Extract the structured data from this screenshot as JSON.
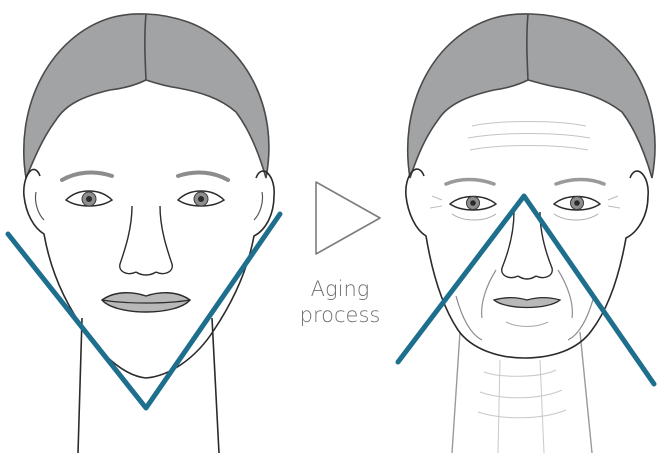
{
  "caption": {
    "line1": "Aging",
    "line2": "process"
  },
  "colors": {
    "hair": "#a2a3a5",
    "hair_outline": "#4a4a4a",
    "skin_outline": "#2b2b2b",
    "lips": "#b8b8b8",
    "triangle_line": "#1d6f8d",
    "arrow": "#7d7d7d"
  },
  "icons": {
    "arrow": "play-outline-triangle"
  }
}
